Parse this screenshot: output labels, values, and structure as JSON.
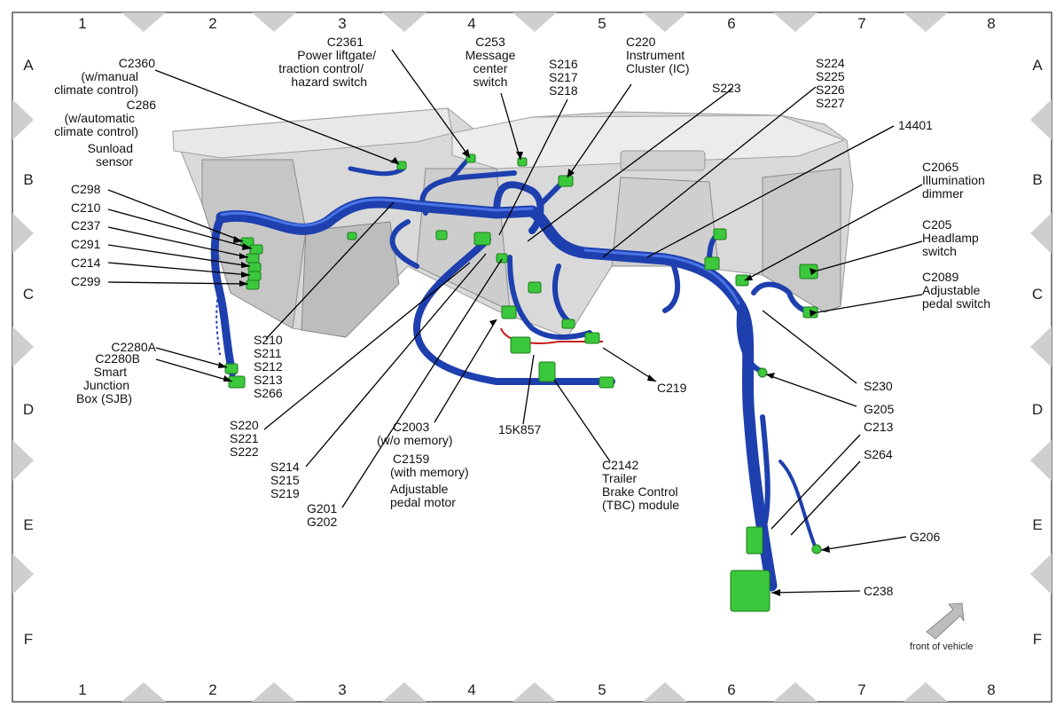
{
  "grid": {
    "columns": [
      "1",
      "2",
      "3",
      "4",
      "5",
      "6",
      "7",
      "8"
    ],
    "rows": [
      "A",
      "B",
      "C",
      "D",
      "E",
      "F"
    ]
  },
  "colors": {
    "harness": "#1e3fae",
    "connector": "#3cc83c",
    "panel": "#d8d8d8"
  },
  "callouts": {
    "c2360": [
      "C2360",
      "(w/manual",
      "climate control)"
    ],
    "c286": [
      "C286",
      "(w/automatic",
      "climate control)",
      "Sunload",
      "sensor"
    ],
    "c2361": [
      "C2361",
      "Power liftgate/",
      "traction control/",
      "hazard switch"
    ],
    "c253": [
      "C253",
      "Message",
      "center",
      "switch"
    ],
    "s216": [
      "S216",
      "S217",
      "S218"
    ],
    "c220": [
      "C220",
      "Instrument",
      "Cluster (IC)"
    ],
    "s223": [
      "S223"
    ],
    "s224": [
      "S224",
      "S225",
      "S226",
      "S227"
    ],
    "p14401": [
      "14401"
    ],
    "c2065": [
      "C2065",
      "Illumination",
      "dimmer"
    ],
    "c205": [
      "C205",
      "Headlamp",
      "switch"
    ],
    "c2089": [
      "C2089",
      "Adjustable",
      "pedal switch"
    ],
    "c298": [
      "C298"
    ],
    "c210": [
      "C210"
    ],
    "c237": [
      "C237"
    ],
    "c291": [
      "C291"
    ],
    "c214": [
      "C214"
    ],
    "c299": [
      "C299"
    ],
    "c2280a": [
      "C2280A"
    ],
    "c2280b": [
      "C2280B",
      "Smart",
      "Junction",
      "Box (SJB)"
    ],
    "s210": [
      "S210",
      "S211",
      "S212",
      "S213",
      "S266"
    ],
    "s220": [
      "S220",
      "S221",
      "S222"
    ],
    "s214": [
      "S214",
      "S215",
      "S219"
    ],
    "g201": [
      "G201",
      "G202"
    ],
    "c2003": [
      "C2003",
      "(w/o memory)"
    ],
    "c2159": [
      "C2159",
      "(with memory)",
      "Adjustable",
      "pedal motor"
    ],
    "p15k857": [
      "15K857"
    ],
    "c2142": [
      "C2142",
      "Trailer",
      "Brake Control",
      "(TBC) module"
    ],
    "c219": [
      "C219"
    ],
    "s230": [
      "S230"
    ],
    "g205": [
      "G205"
    ],
    "c213": [
      "C213"
    ],
    "s264": [
      "S264"
    ],
    "g206": [
      "G206"
    ],
    "c238": [
      "C238"
    ]
  },
  "front_indicator": "front of vehicle"
}
